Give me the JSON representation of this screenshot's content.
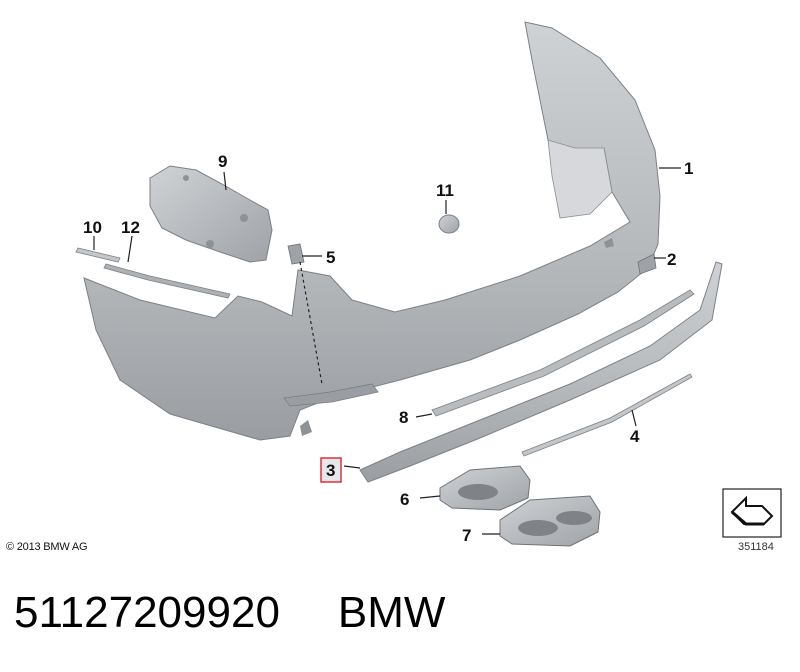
{
  "copyright": "© 2013 BMW AG",
  "diagram_id": "351184",
  "footer": {
    "part_number": "51127209920",
    "brand": "BMW"
  },
  "callouts": {
    "c1": "1",
    "c2": "2",
    "c3": "3",
    "c4": "4",
    "c5": "5",
    "c6": "6",
    "c7": "7",
    "c8": "8",
    "c9": "9",
    "c10": "10",
    "c11": "11",
    "c12": "12"
  },
  "highlighted_callout": "3",
  "colors": {
    "part_fill": "#b9bcbf",
    "part_shadow": "#8e9195",
    "highlight": "#e0303a"
  }
}
